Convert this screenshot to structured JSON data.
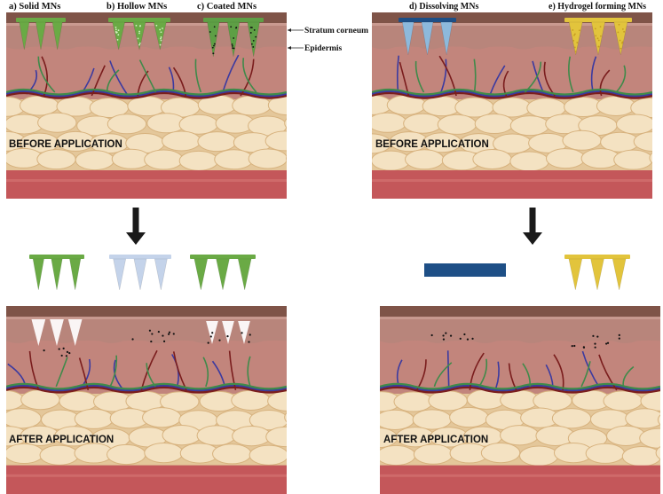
{
  "labels": {
    "solid": "a) Solid MNs",
    "hollow": "b) Hollow MNs",
    "coated": "c) Coated MNs",
    "dissolving": "d) Dissolving MNs",
    "hydrogel": "e) Hydrogel forming MNs",
    "stratum_corneum": "Stratum corneum",
    "epidermis": "Epidermis",
    "before": "BEFORE APPLICATION",
    "after": "AFTER APPLICATION"
  },
  "colors": {
    "skin_top": "#7f5448",
    "epidermis": "#b8857b",
    "epidermis_light": "#c99a90",
    "dermis": "#c2857c",
    "fat_bg": "#e4c79a",
    "fat_cell": "#f4e2c2",
    "fat_edge": "#d7b27e",
    "muscle": "#c4575a",
    "muscle_light": "#cf6a6a",
    "solid_mn": "#6aaa45",
    "hollow_mn": "#c4d3ea",
    "coated_mn": "#5e9f45",
    "dissolving_mn": "#1e4f86",
    "dissolving_tip": "#8db9dc",
    "hydrogel_mn": "#e2c43c",
    "vessel_blue": "#3b3aa0",
    "vessel_red": "#7a1d1d",
    "vessel_green": "#3f8a4a",
    "arrow": "#1a1a1a"
  }
}
